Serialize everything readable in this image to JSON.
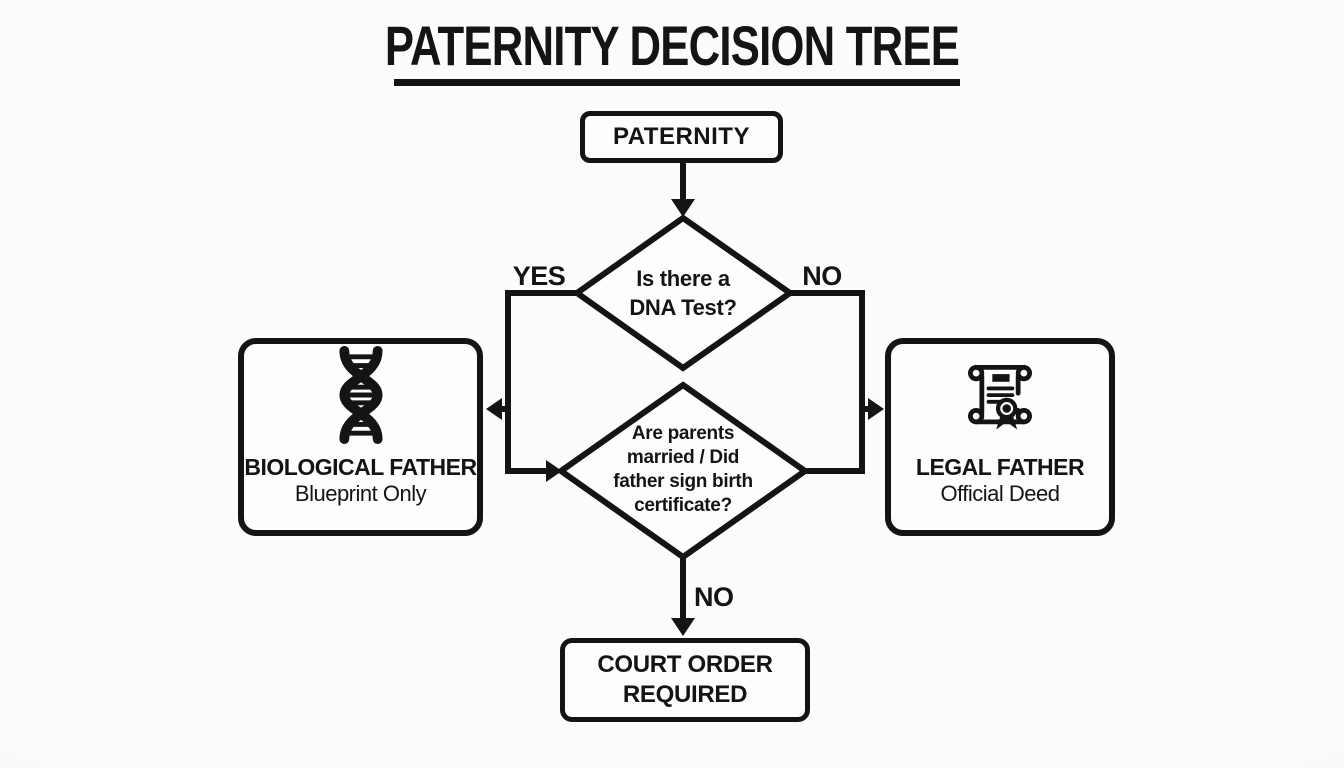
{
  "title": {
    "text": "PATERNITY DECISION TREE"
  },
  "flow": {
    "root": {
      "label": "PATERNITY"
    },
    "decision_dna": {
      "lines": [
        "Is there a",
        "DNA Test?"
      ],
      "yes_label": "YES",
      "no_label": "NO"
    },
    "decision_marriage": {
      "lines": [
        "Are parents",
        "married / Did",
        "father sign birth",
        "certificate?"
      ],
      "no_label": "NO"
    },
    "outcome_biological": {
      "title": "BIOLOGICAL FATHER",
      "subtitle": "Blueprint Only",
      "icon": "dna-icon"
    },
    "outcome_legal": {
      "title": "LEGAL FATHER",
      "subtitle": "Official Deed",
      "icon": "certificate-icon"
    },
    "outcome_court": {
      "lines": [
        "COURT ORDER",
        "REQUIRED"
      ]
    }
  },
  "colors": {
    "ink": "#141414",
    "background": "#f6f7f8",
    "node_fill": "#fdfdfd"
  }
}
